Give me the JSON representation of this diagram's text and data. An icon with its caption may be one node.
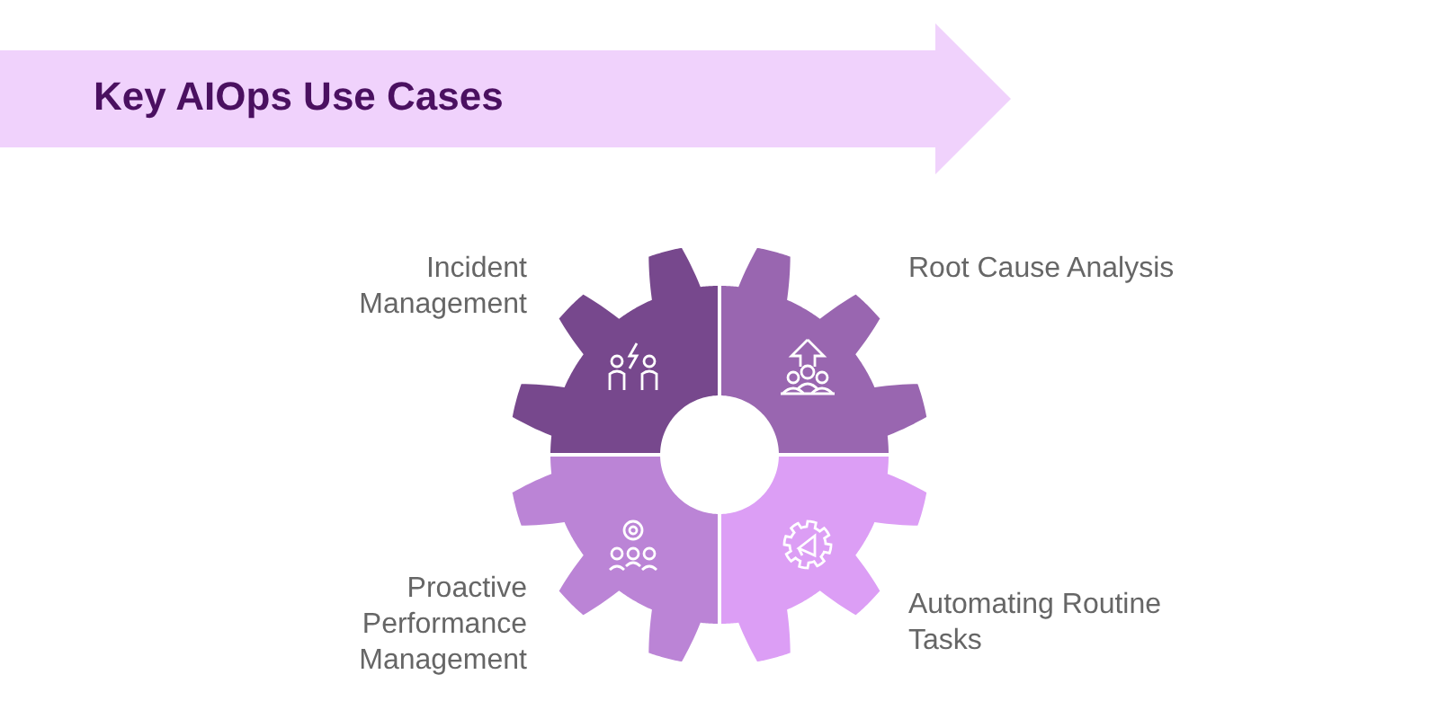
{
  "diagram": {
    "title": "Key AIOps Use Cases",
    "labels": [
      "Incident Management",
      "Root Cause Analysis",
      "Proactive Performance Management",
      "Automating Routine Tasks"
    ]
  }
}
